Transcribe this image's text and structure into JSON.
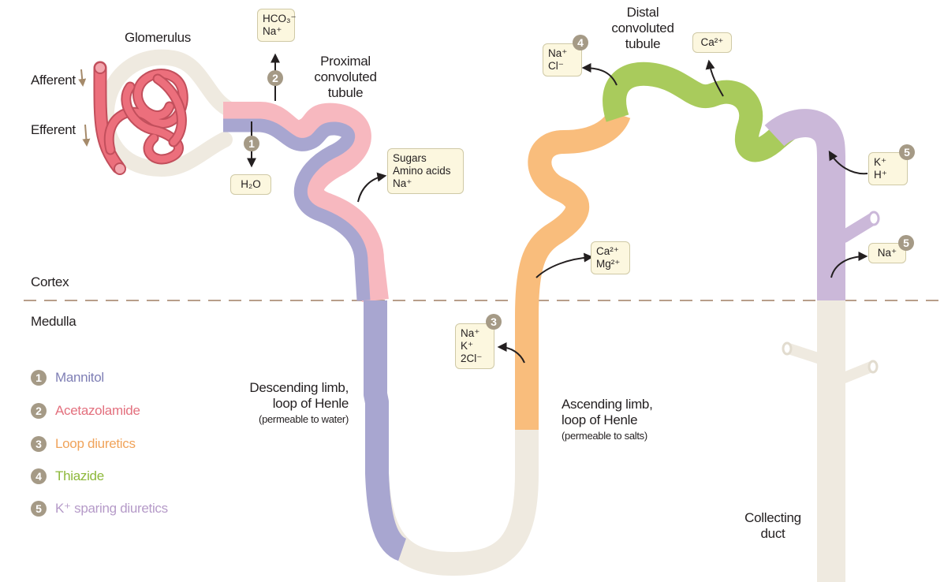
{
  "labels": {
    "glomerulus": "Glomerulus",
    "afferent": "Afferent",
    "efferent": "Efferent",
    "proximal": [
      "Proximal",
      "convoluted",
      "tubule"
    ],
    "distal": [
      "Distal",
      "convoluted",
      "tubule"
    ],
    "cortex": "Cortex",
    "medulla": "Medulla",
    "descending": [
      "Descending limb,",
      "loop of Henle"
    ],
    "descending_note": "(permeable to water)",
    "ascending": [
      "Ascending limb,",
      "loop of Henle"
    ],
    "ascending_note": "(permeable to salts)",
    "collecting": [
      "Collecting",
      "duct"
    ]
  },
  "boxes": {
    "hco3_na": [
      "HCO₃⁻",
      "Na⁺"
    ],
    "h2o": "H₂O",
    "sugars": [
      "Sugars",
      "Amino acids",
      "Na⁺"
    ],
    "nacl_distal": [
      "Na⁺",
      "Cl⁻"
    ],
    "ca_distal": "Ca²⁺",
    "ca_mg": [
      "Ca²⁺",
      "Mg²⁺"
    ],
    "nak2cl": [
      "Na⁺",
      "K⁺",
      "2Cl⁻"
    ],
    "k_h": [
      "K⁺",
      "H⁺"
    ],
    "na_collecting": "Na⁺"
  },
  "badges": {
    "b1": "1",
    "b2": "2",
    "b3": "3",
    "b4": "4",
    "b5a": "5",
    "b5b": "5"
  },
  "legend": [
    {
      "num": "1",
      "label": "Mannitol",
      "color": "#7f7fb5"
    },
    {
      "num": "2",
      "label": "Acetazolamide",
      "color": "#e3707e"
    },
    {
      "num": "3",
      "label": "Loop diuretics",
      "color": "#f0a35a"
    },
    {
      "num": "4",
      "label": "Thiazide",
      "color": "#8db83a"
    },
    {
      "num": "5",
      "label": "K⁺ sparing diuretics",
      "color": "#b59ac8"
    }
  ],
  "colors": {
    "mannitol_segment": "#a8a6d0",
    "acetazolamide_segment": "#f7b8bf",
    "loop_segment": "#f9bd7c",
    "thiazide_segment": "#a9cb5c",
    "k_sparing_segment": "#cbb8d9",
    "neutral_tube": "#efeae0",
    "glomerulus": "#ec6f7c",
    "badge": "#a59a86",
    "boundary_line": "#b89e8a"
  }
}
